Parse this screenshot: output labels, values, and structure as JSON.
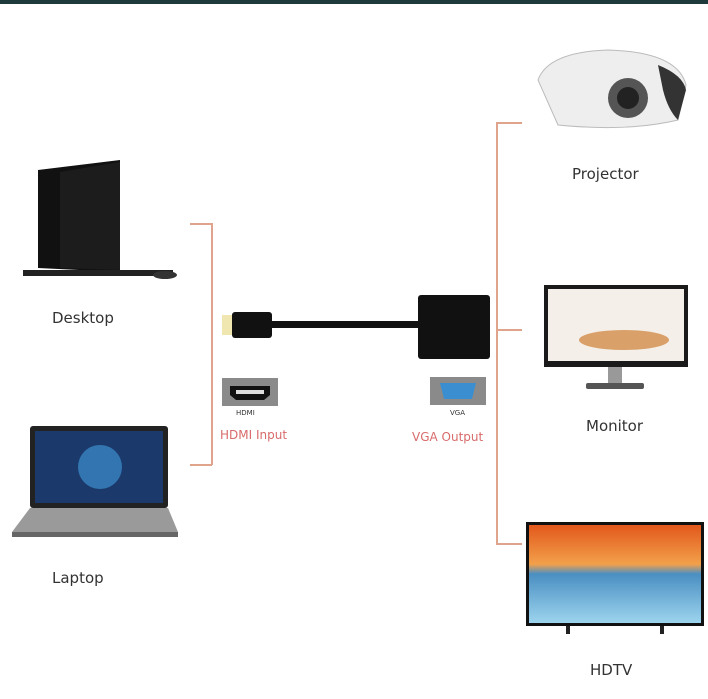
{
  "sources": [
    {
      "label": "Desktop",
      "icon": "desktop-computer-icon"
    },
    {
      "label": "Laptop",
      "icon": "laptop-icon"
    }
  ],
  "outputs": [
    {
      "label": "Projector",
      "icon": "projector-icon"
    },
    {
      "label": "Monitor",
      "icon": "monitor-icon"
    },
    {
      "label": "HDTV",
      "icon": "hdtv-icon"
    }
  ],
  "adapter": {
    "hdmi_port_label": "HDMI",
    "hdmi_caption": "HDMI Input",
    "vga_port_label": "VGA",
    "vga_caption": "VGA Output"
  },
  "colors": {
    "connector_line": "#e0a48c",
    "caption": "#d96b6b",
    "vga_blue": "#3b8fd0"
  }
}
